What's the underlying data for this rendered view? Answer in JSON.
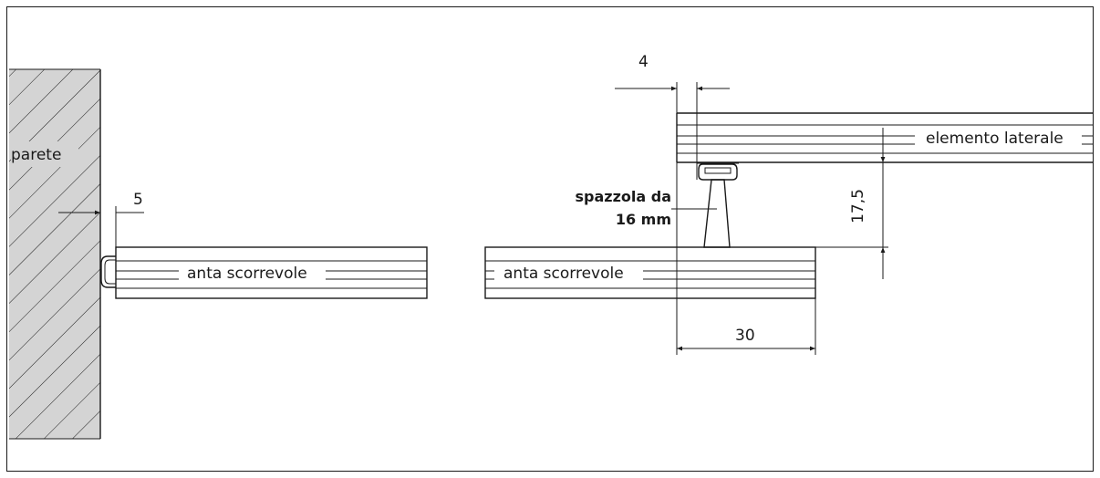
{
  "labels": {
    "wall": "parete",
    "sliding_door_left": "anta scorrevole",
    "sliding_door_right": "anta scorrevole",
    "side_element": "elemento laterale",
    "brush_line1": "spazzola da",
    "brush_line2": "16 mm"
  },
  "dimensions": {
    "wall_gap": "5",
    "brush_offset": "4",
    "brush_height": "17,5",
    "overlap": "30"
  },
  "colors": {
    "line": "#1a1a1a",
    "wall_fill": "#d4d4d4"
  }
}
